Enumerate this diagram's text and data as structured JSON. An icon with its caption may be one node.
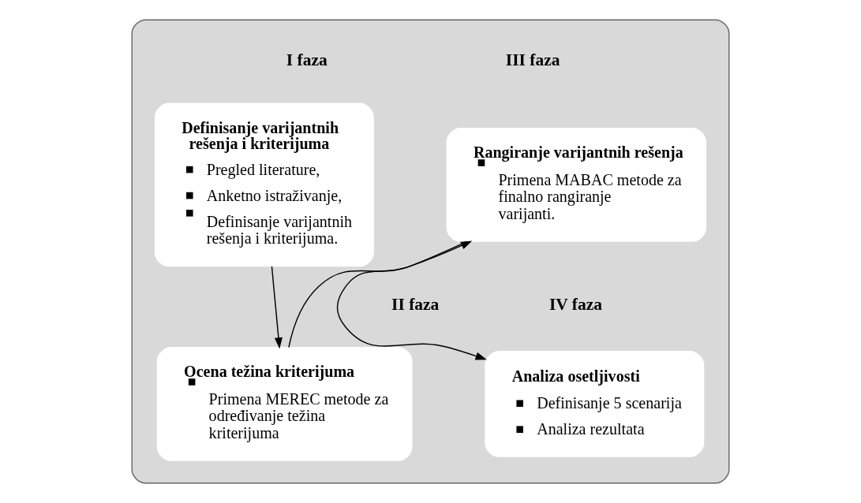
{
  "diagram": {
    "nodes": [
      {
        "text": [],
        "shape": "box"
      },
      {
        "text": [
          "Definisanje varijantnih rešenja i kriterijuma",
          "Pregled literature,",
          "Anketno istraživanje,",
          "Definisanje varijantnih rešenja i kriterijuma."
        ],
        "in": 0,
        "beside": [
          "I faza"
        ]
      },
      {
        "text": [
          "Ocena težina kriterijuma",
          "Primena MEREC metode za određivanje težina kriterijuma"
        ],
        "in": 0,
        "beside": [
          "II faza"
        ]
      },
      {
        "text": [
          "Rangiranje varijantnih rešenja",
          "Primena MABAC metode za finalno rangiranje varijanti."
        ],
        "in": 0,
        "beside": [
          "III faza"
        ]
      },
      {
        "text": [
          "Analiza osetljivosti",
          "Definisanje 5 scenarija",
          "Analiza rezultata"
        ],
        "in": 0,
        "beside": [
          "IV faza"
        ]
      }
    ],
    "edges": [
      {
        "from": 1,
        "to": 2,
        "arrow": "to"
      },
      {
        "from": 2,
        "to": 3,
        "arrow": "to"
      },
      {
        "from": 3,
        "to": 4,
        "arrow": "to"
      }
    ]
  }
}
